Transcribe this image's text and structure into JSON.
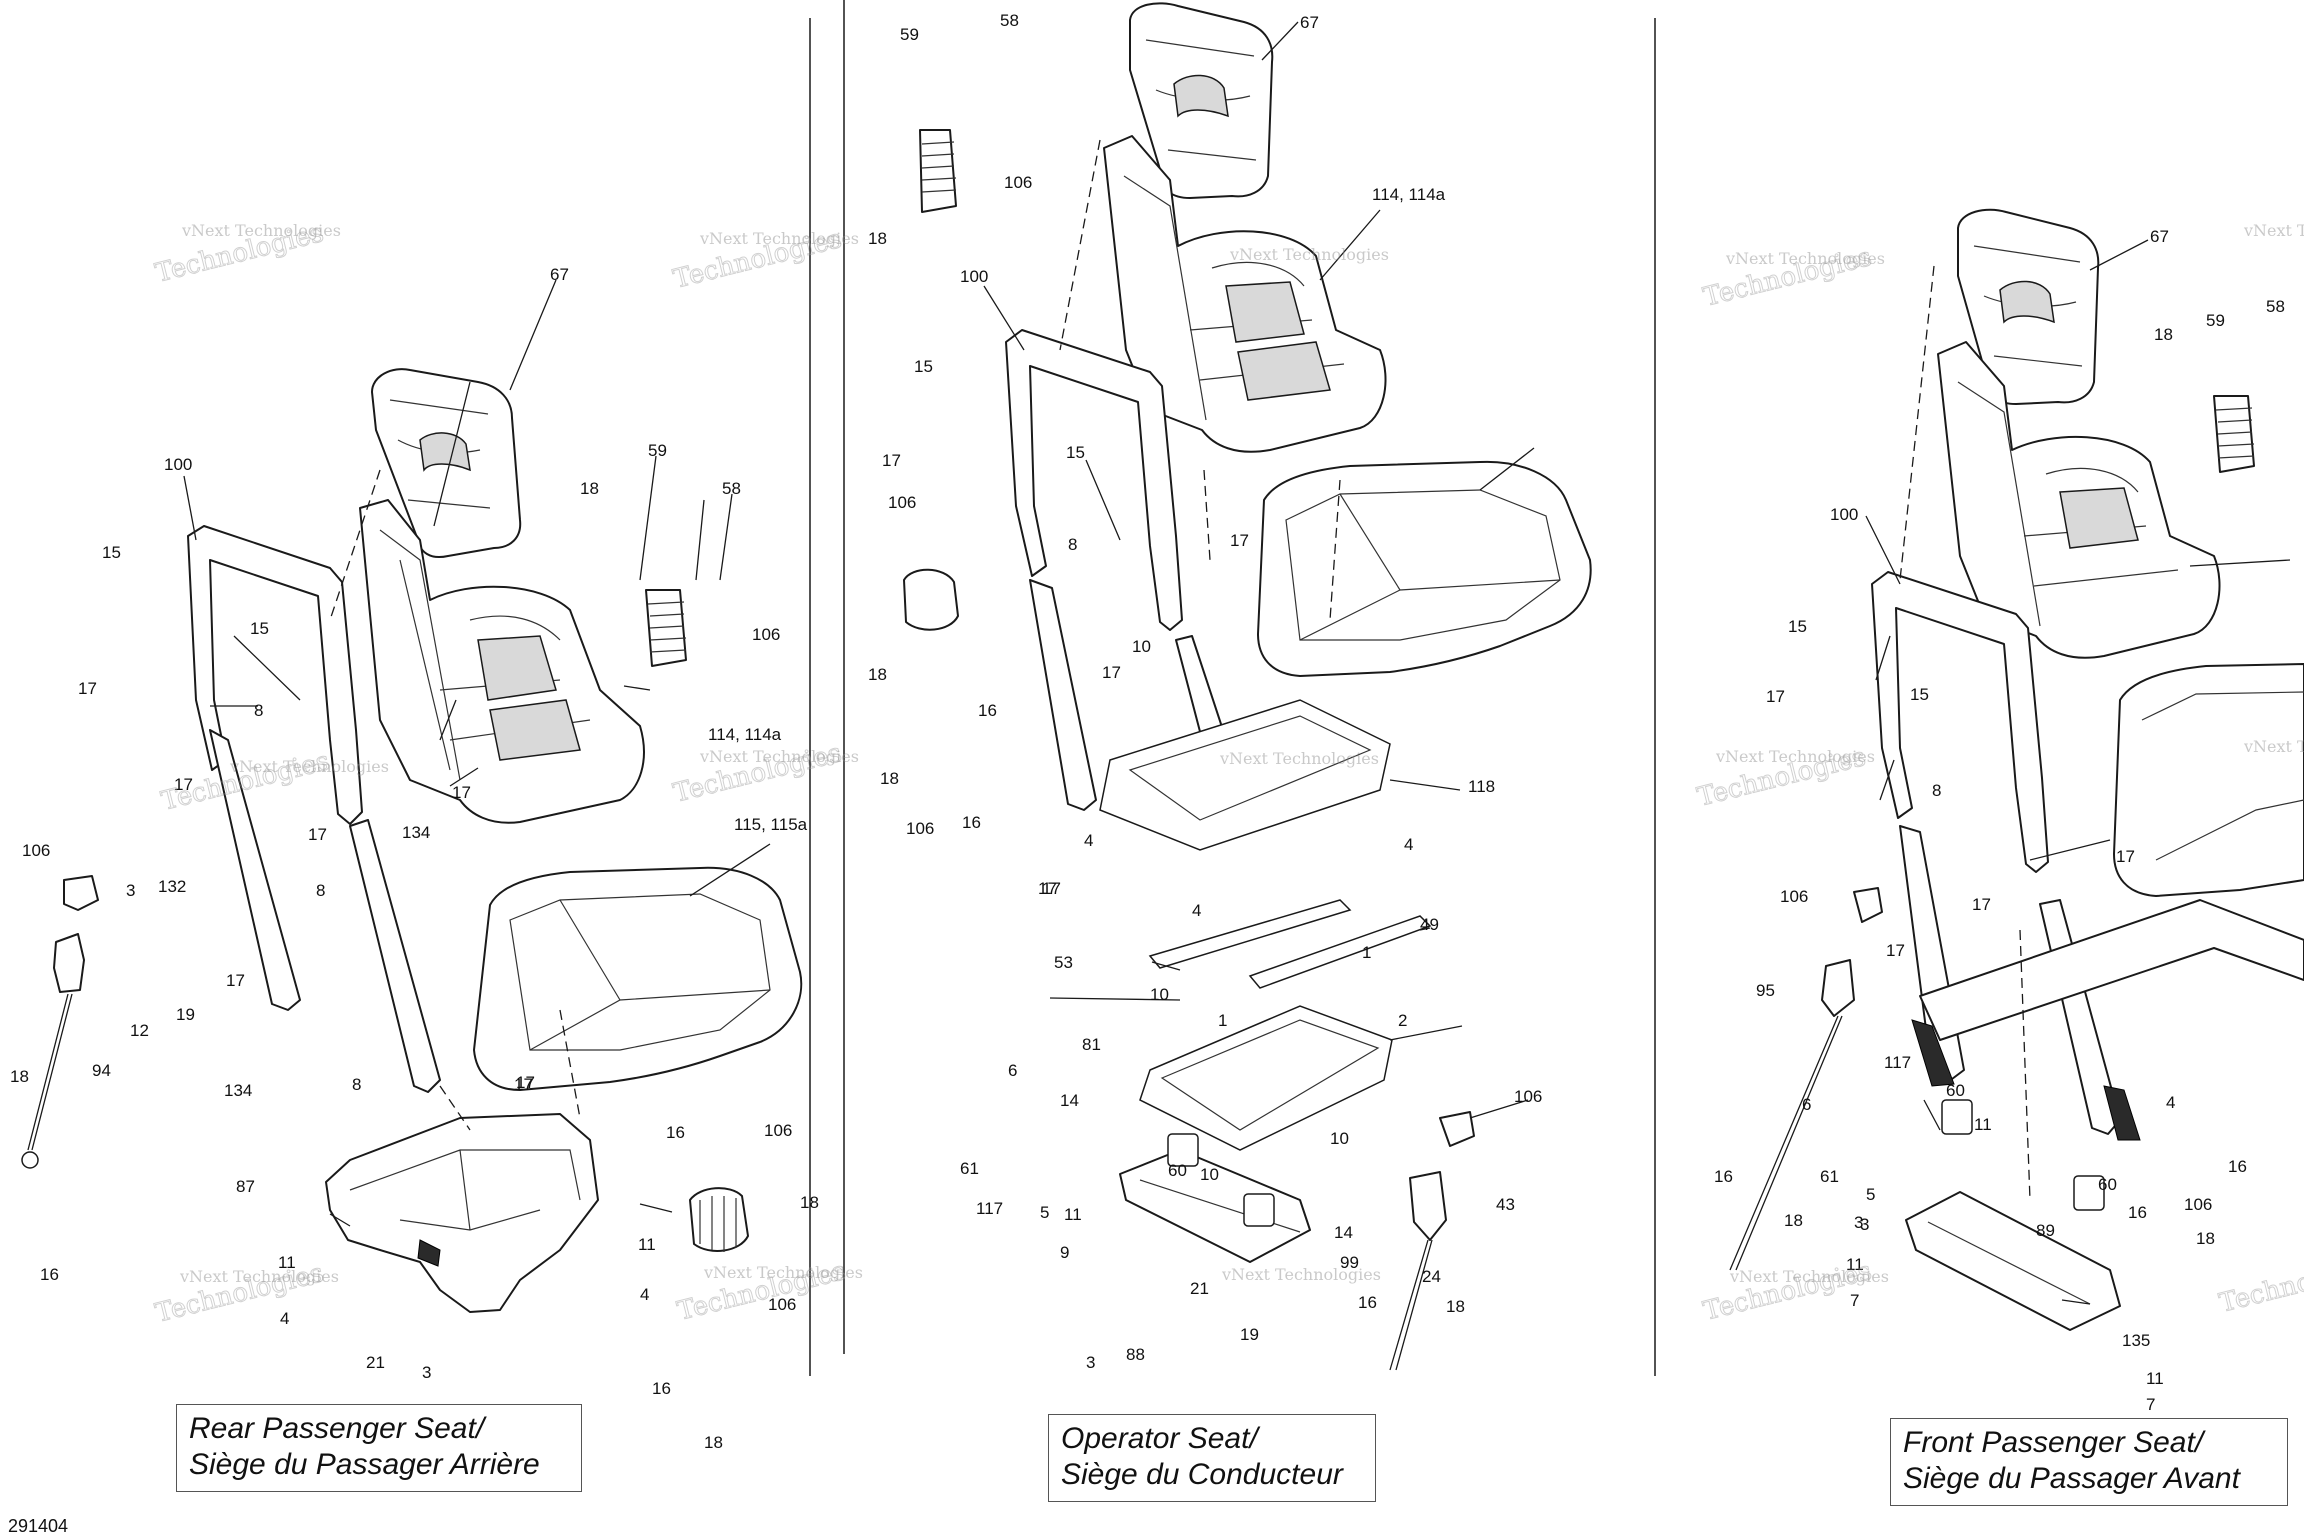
{
  "reference_number": "291404",
  "watermark": {
    "line1": "vNext Technologies",
    "line2": "Technologies",
    "brand": "vNext"
  },
  "sections": {
    "rear": {
      "title_line1": "Rear Passenger Seat/",
      "title_line2": "Siège du Passager Arrière"
    },
    "operator": {
      "title_line1": "Operator Seat/",
      "title_line2": "Siège du Conducteur"
    },
    "front": {
      "title_line1": "Front Passenger Seat/",
      "title_line2": "Siège du Passager Avant"
    }
  },
  "callouts": {
    "rear": [
      "67",
      "100",
      "15",
      "15",
      "17",
      "17",
      "17",
      "8",
      "17",
      "17",
      "17",
      "106",
      "3",
      "132",
      "8",
      "12",
      "19",
      "94",
      "134",
      "134",
      "8",
      "17",
      "18",
      "16",
      "87",
      "11",
      "4",
      "21",
      "3",
      "18",
      "59",
      "58",
      "106",
      "114, 114a",
      "115, 115a",
      "16",
      "106",
      "18",
      "11",
      "4",
      "106",
      "16",
      "18"
    ],
    "operator": [
      "59",
      "58",
      "106",
      "18",
      "67",
      "114, 114a",
      "100",
      "15",
      "15",
      "17",
      "106",
      "18",
      "16",
      "18",
      "106",
      "16",
      "8",
      "17",
      "10",
      "17",
      "17",
      "118",
      "4",
      "4",
      "17",
      "4",
      "49",
      "53",
      "10",
      "1",
      "2",
      "81",
      "6",
      "14",
      "61",
      "117",
      "5",
      "60",
      "10",
      "106",
      "11",
      "9",
      "43",
      "24",
      "3",
      "88",
      "21",
      "19",
      "16",
      "18",
      "14",
      "99",
      "10",
      "1"
    ],
    "front": [
      "67",
      "18",
      "59",
      "58",
      "100",
      "15",
      "15",
      "17",
      "8",
      "17",
      "106",
      "95",
      "17",
      "117",
      "6",
      "61",
      "5",
      "60",
      "11",
      "3",
      "89",
      "60",
      "16",
      "106",
      "18",
      "3",
      "16",
      "18",
      "11",
      "7",
      "135",
      "11",
      "7",
      "4",
      "16",
      "17"
    ]
  }
}
